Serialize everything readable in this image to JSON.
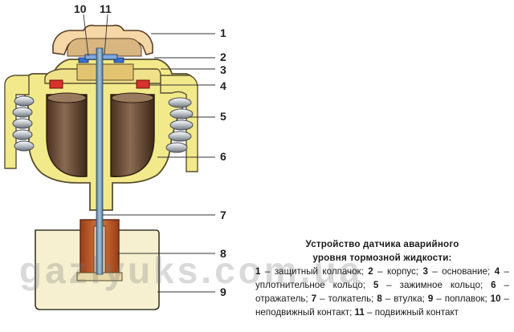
{
  "labels": {
    "n1": "1",
    "n2": "2",
    "n3": "3",
    "n4": "4",
    "n5": "5",
    "n6": "6",
    "n7": "7",
    "n8": "8",
    "n9": "9",
    "n10": "10",
    "n11": "11"
  },
  "caption": {
    "title_line1": "Устройство датчика аварийного",
    "title_line2": "уровня тормозной жидкости:",
    "items": [
      {
        "num": "1",
        "text": " – защитный колпачок; "
      },
      {
        "num": "2",
        "text": " – корпус; "
      },
      {
        "num": "3",
        "text": " – основание; "
      },
      {
        "num": "4",
        "text": " – уплотнительное кольцо; "
      },
      {
        "num": "5",
        "text": " – зажимное кольцо; "
      },
      {
        "num": "6",
        "text": " – отражатель; "
      },
      {
        "num": "7",
        "text": " – толкатель; "
      },
      {
        "num": "8",
        "text": " – втулка; "
      },
      {
        "num": "9",
        "text": " – поплавок; "
      },
      {
        "num": "10",
        "text": " – неподвижный контакт; "
      },
      {
        "num": "11",
        "text": " – подвижный контакт"
      }
    ]
  },
  "watermark": "gazlyuks.com.ua",
  "colors": {
    "housing": "#f2ea8a",
    "cap": "#f6d7a6",
    "reflector": "#6b4a36",
    "seal": "#d8322a",
    "bushing": "#b8552a",
    "float": "#f6f0d0",
    "rod": "#6f95b0",
    "contact": "#3a6fd0"
  }
}
